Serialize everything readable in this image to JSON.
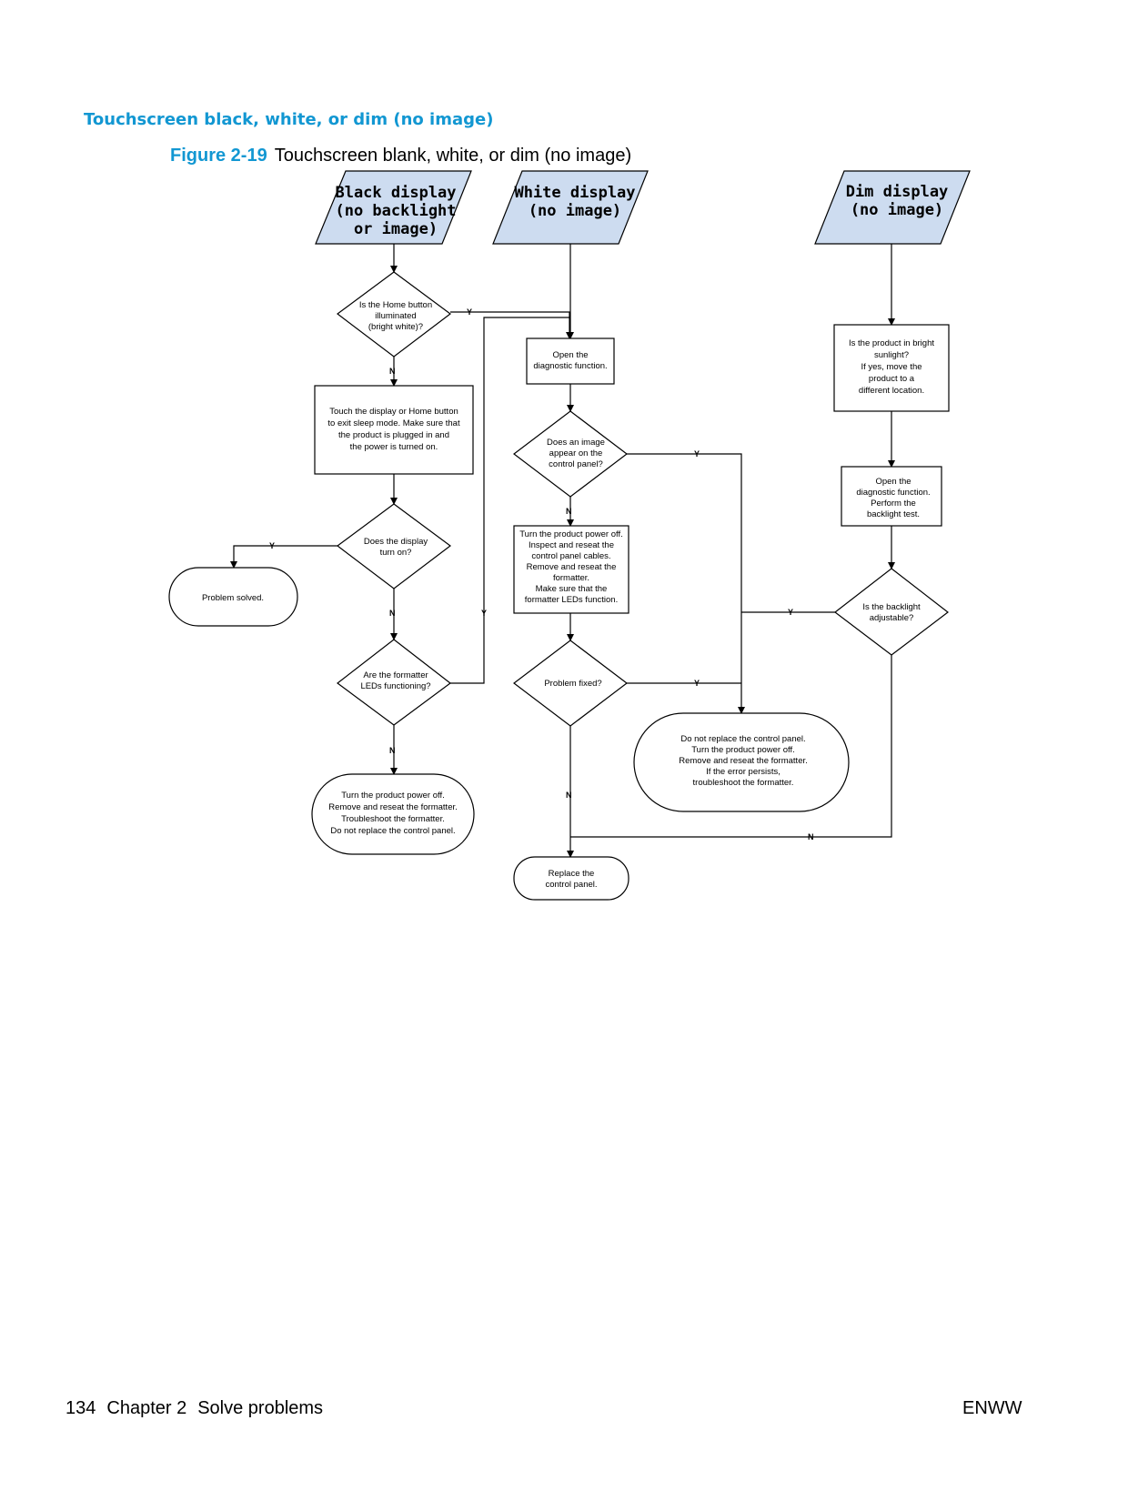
{
  "section_title": "Touchscreen black, white, or dim (no image)",
  "figure": {
    "number": "Figure 2-19",
    "caption": "Touchscreen blank, white, or dim (no image)"
  },
  "flowchart": {
    "start_black": [
      "Black display",
      "(no backlight",
      "or image)"
    ],
    "start_white": [
      "White display",
      "(no image)"
    ],
    "start_dim": [
      "Dim display",
      "(no image)"
    ],
    "q_home_button": [
      "Is the Home button",
      "illuminated",
      "(bright white)?"
    ],
    "a_touch_display": [
      "Touch the display or Home button",
      "to exit sleep mode. Make sure that",
      "the product is plugged in and",
      "the power is turned on."
    ],
    "q_display_on": [
      "Does the display",
      "turn on?"
    ],
    "end_problem_solved": [
      "Problem solved."
    ],
    "q_formatter_leds": [
      "Are the formatter",
      "LEDs functioning?"
    ],
    "end_troubleshoot_formatter": [
      "Turn the product power off.",
      "Remove and reseat the formatter.",
      "Troubleshoot the formatter.",
      "Do not replace the control panel."
    ],
    "a_open_diag_1": [
      "Open the",
      "diagnostic function."
    ],
    "q_image_appear": [
      "Does an image",
      "appear on the",
      "control panel?"
    ],
    "a_power_off_inspect": [
      "Turn the product power off.",
      "Inspect and reseat the",
      "control panel cables.",
      "Remove and reseat the",
      "formatter.",
      "Make sure that the",
      "formatter LEDs function."
    ],
    "q_problem_fixed": [
      "Problem fixed?"
    ],
    "end_replace_panel": [
      "Replace the",
      "control panel."
    ],
    "end_do_not_replace": [
      "Do not replace the control panel.",
      "Turn the product power off.",
      "Remove and reseat the formatter.",
      "If the error persists,",
      "troubleshoot the formatter."
    ],
    "a_bright_sunlight": [
      "Is the product in bright",
      "sunlight?",
      "If yes, move the",
      "product to a",
      "different location."
    ],
    "a_open_diag_2": [
      "Open the",
      "diagnostic function.",
      "Perform the",
      "backlight test."
    ],
    "q_backlight_adjustable": [
      "Is the backlight",
      "adjustable?"
    ],
    "yes": "Y",
    "no": "N"
  },
  "footer": {
    "page_number": "134",
    "chapter": "Chapter 2",
    "chapter_title": "Solve problems",
    "locale": "ENWW"
  }
}
